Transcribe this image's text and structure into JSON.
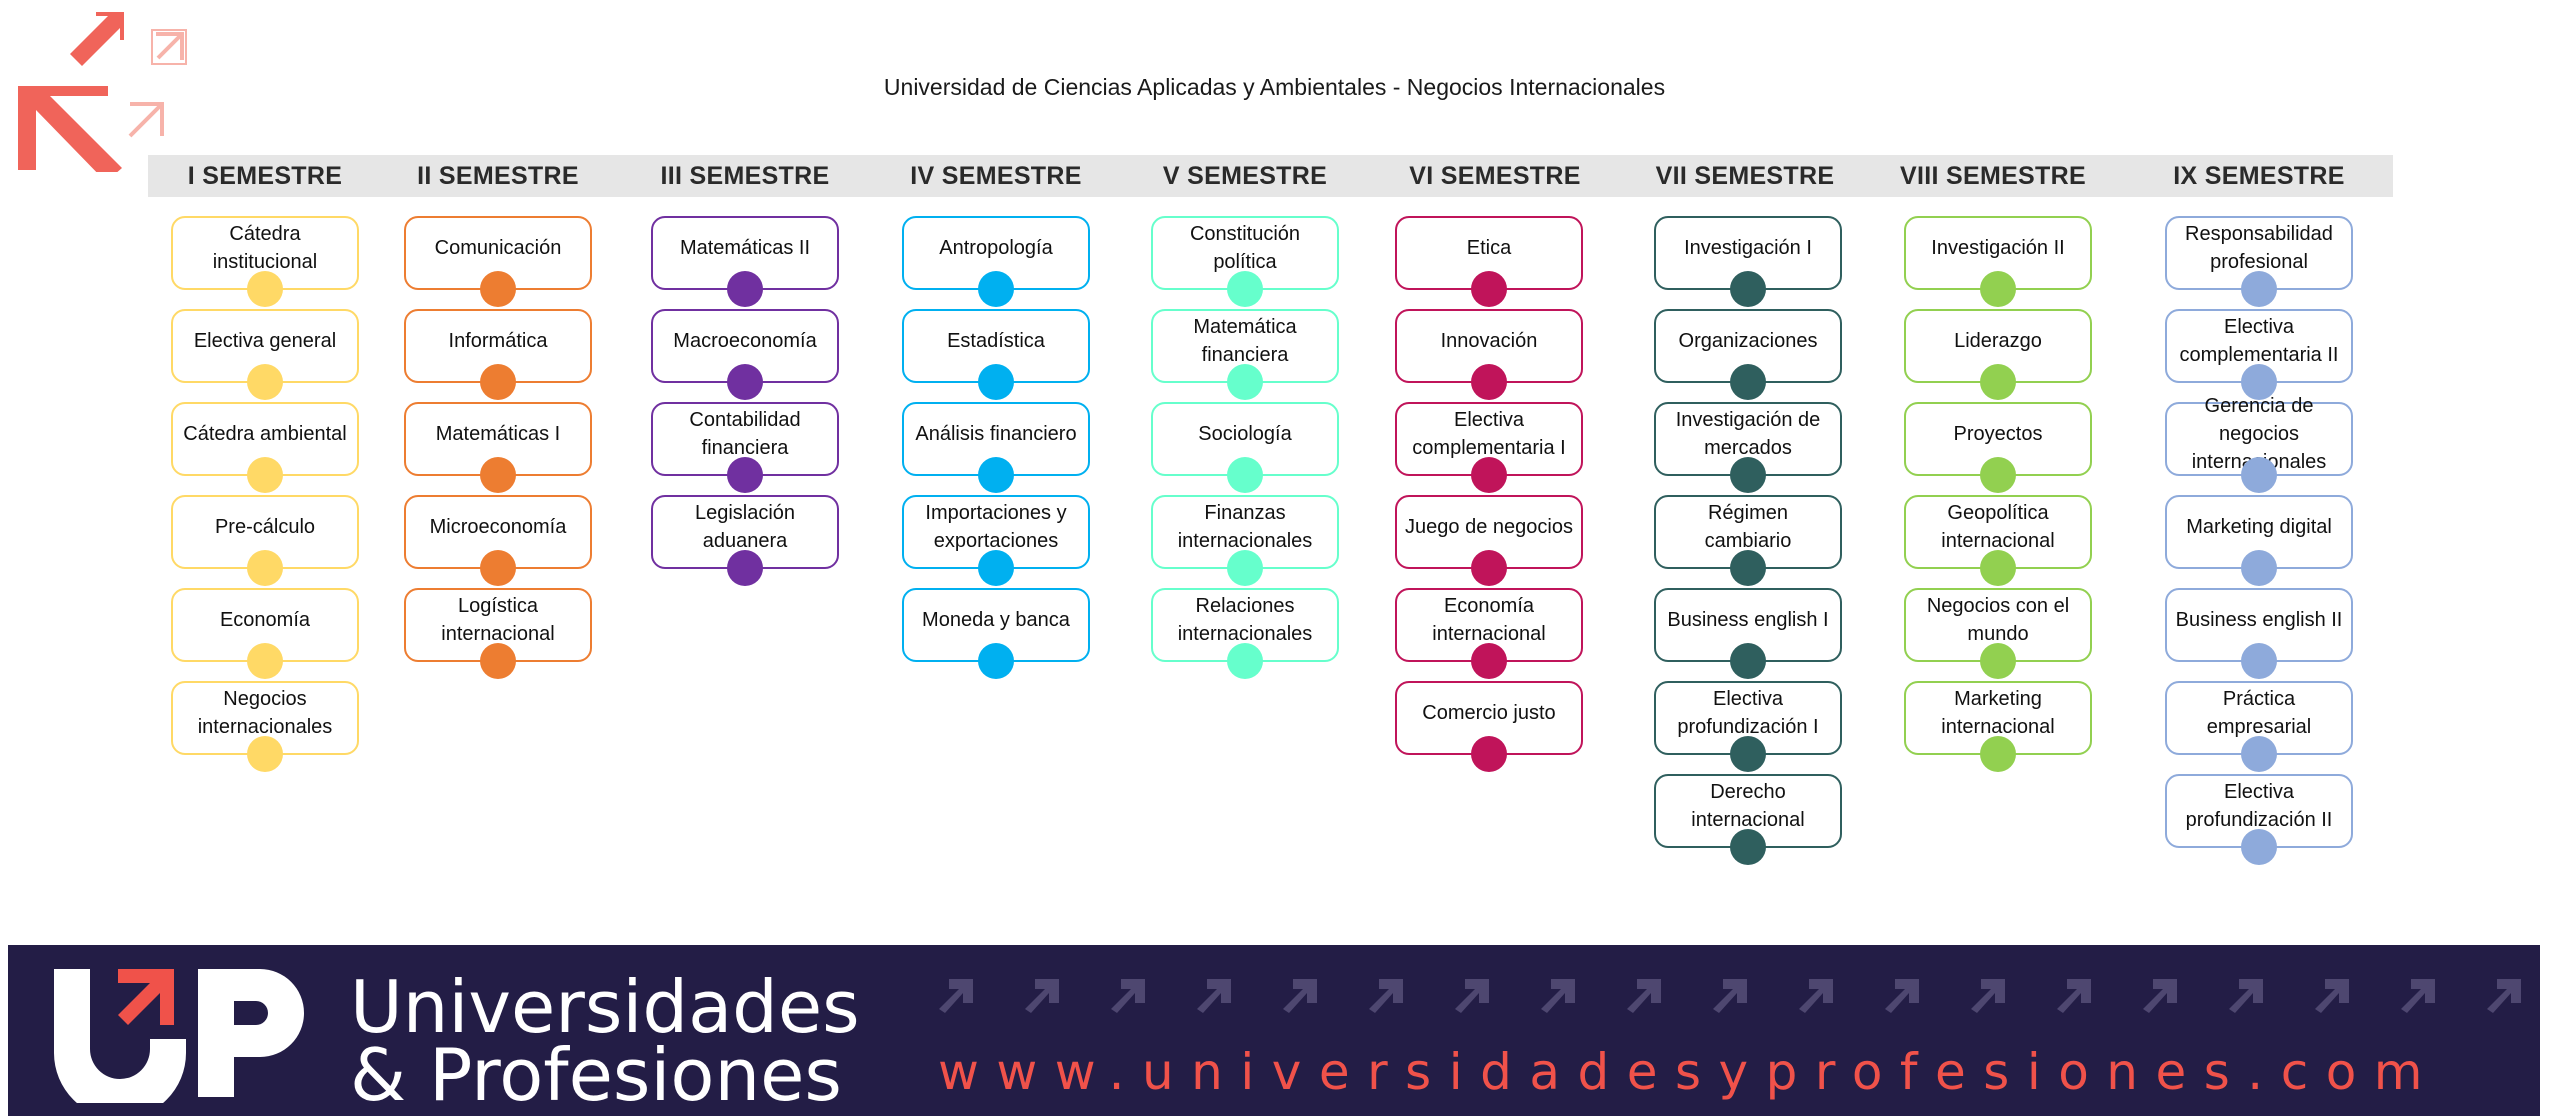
{
  "title": "Universidad de Ciencias Aplicadas y Ambientales - Negocios Internacionales",
  "colors": {
    "header_bg": "#e6e6e6",
    "footer_bg": "#231d46",
    "brand_red": "#f0524a"
  },
  "icons": {
    "top_logo": "orange-arrows-icon",
    "footer_logo": "up-logo-icon",
    "footer_pattern": "arrow-pattern-icon"
  },
  "semesters": [
    {
      "name": "I SEMESTRE",
      "color": "#ffd966",
      "courses": [
        "Cátedra institucional",
        "Electiva general",
        "Cátedra ambiental",
        "Pre-cálculo",
        "Economía",
        "Negocios internacionales"
      ]
    },
    {
      "name": "II SEMESTRE",
      "color": "#ed7d31",
      "courses": [
        "Comunicación",
        "Informática",
        "Matemáticas I",
        "Microeconomía",
        "Logística internacional"
      ]
    },
    {
      "name": "III SEMESTRE",
      "color": "#7030a0",
      "courses": [
        "Matemáticas II",
        "Macroeconomía",
        "Contabilidad financiera",
        "Legislación aduanera"
      ]
    },
    {
      "name": "IV SEMESTRE",
      "color": "#00b0f0",
      "courses": [
        "Antropología",
        "Estadística",
        "Análisis financiero",
        "Importaciones y exportaciones",
        "Moneda y banca"
      ]
    },
    {
      "name": "V SEMESTRE",
      "color": "#66ffcc",
      "courses": [
        "Constitución política",
        "Matemática financiera",
        "Sociología",
        "Finanzas internacionales",
        "Relaciones internacionales"
      ]
    },
    {
      "name": "VI SEMESTRE",
      "color": "#c0145a",
      "courses": [
        "Etica",
        "Innovación",
        "Electiva complementaria I",
        "Juego de negocios",
        "Economía internacional",
        "Comercio justo"
      ]
    },
    {
      "name": "VII SEMESTRE",
      "color": "#2f5f5e",
      "courses": [
        "Investigación I",
        "Organizaciones",
        "Investigación de mercados",
        "Régimen cambiario",
        "Business english I",
        "Electiva profundización I",
        "Derecho internacional"
      ]
    },
    {
      "name": "VIII SEMESTRE",
      "color": "#92d050",
      "courses": [
        "Investigación II",
        "Liderazgo",
        "Proyectos",
        "Geopolítica internacional",
        "Negocios con el mundo",
        "Marketing internacional"
      ]
    },
    {
      "name": "IX SEMESTRE",
      "color": "#8eaadb",
      "courses": [
        "Responsabilidad profesional",
        "Electiva complementaria II",
        "Gerencia de negocios internacionales",
        "Marketing digital",
        "Business english II",
        "Práctica empresarial",
        "Electiva profundización II"
      ]
    }
  ],
  "footer": {
    "brand_line1": "Universidades",
    "brand_line2": "& Profesiones",
    "url": "www.universidadesyprofesiones.com"
  }
}
